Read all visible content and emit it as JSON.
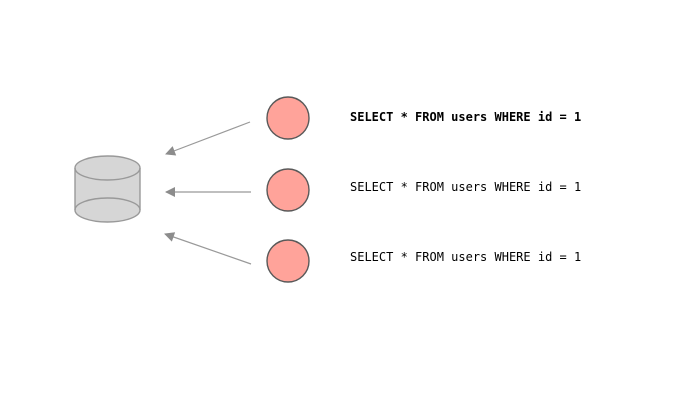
{
  "colors": {
    "background": "#ffffff",
    "node_fill": "#ffa39a",
    "node_stroke": "#595959",
    "db_fill": "#d6d6d6",
    "db_stroke": "#999999",
    "arrow_line": "#999999",
    "arrow_head": "#8c8c8c",
    "text": "#000000"
  },
  "database": {
    "icon": "database-cylinder-icon"
  },
  "queries": [
    {
      "sql": "SELECT * FROM users WHERE id = 1",
      "bold": true
    },
    {
      "sql": "SELECT * FROM users WHERE id = 1",
      "bold": false
    },
    {
      "sql": "SELECT * FROM users WHERE id = 1",
      "bold": false
    }
  ]
}
